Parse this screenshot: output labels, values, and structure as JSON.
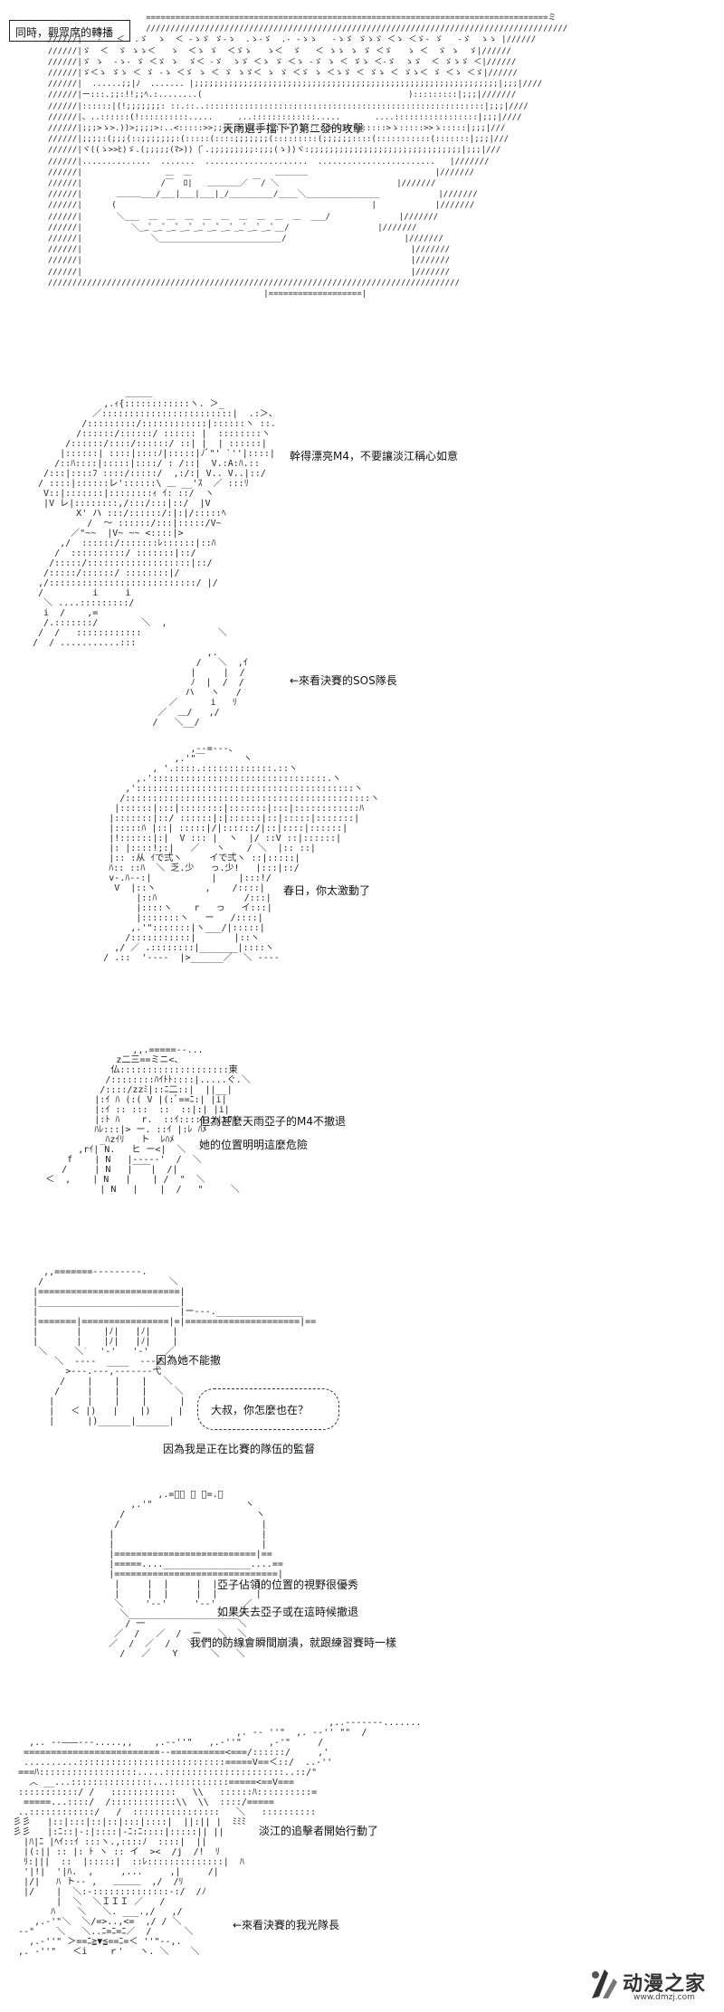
{
  "header": {
    "title": "同時，觀眾席的轉播",
    "banner_caption": "天雨選手擋下了第二發的攻擊"
  },
  "scenes": [
    {
      "line": "幹得漂亮M4，不要讓淡江稱心如意",
      "caption": "←來看決賽的SOS隊長"
    },
    {
      "line": "春日，你太激動了"
    },
    {
      "line1": "但為甚麼天雨亞子的M4不撤退",
      "line2": "她的位置明明這麼危險"
    },
    {
      "line1": "因為她不能撤",
      "bubble": "大叔，你怎麼也在？",
      "line2": "因為我是正在比賽的隊伍的監督"
    },
    {
      "line1": "亞子佔領的位置的視野很優秀",
      "line2": "如果失去亞子或在這時候撤退",
      "line3": "我們的防線會瞬間崩潰，就跟練習賽時一樣"
    },
    {
      "line": "淡江的追擊者開始行動了",
      "caption": "←來看決賽的我光隊長"
    }
  ],
  "watermark": {
    "title": "动漫之家",
    "url": "www.dmzj.com"
  }
}
